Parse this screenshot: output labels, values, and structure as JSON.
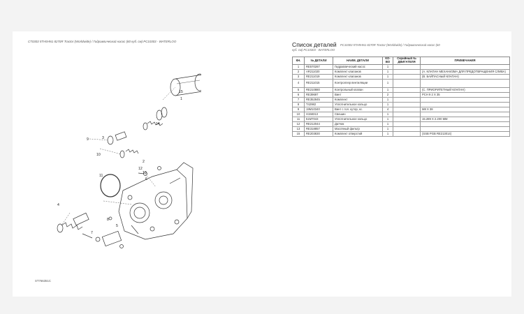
{
  "diagram": {
    "header": "CT0303 5TH5HN1 8270R Tractor (Worldwide) / Гидравлический насос (60 куб. см) PC10303 - WATERLOO",
    "code": "ST766351C",
    "callouts": [
      "1",
      "2",
      "3",
      "4",
      "5",
      "6",
      "7",
      "8",
      "9",
      "10",
      "11",
      "12",
      "13",
      "14",
      "15"
    ]
  },
  "parts_list": {
    "title": "Список деталей",
    "subtitle_a": "PC10303 5TH5HN1 8270R Tractor (Worldwide) / Гидравлический насос (60",
    "subtitle_b": "куб. см) PC10303 - WATERLOO",
    "headers": {
      "pos": "КН.",
      "part_no": "№ ДЕТАЛИ",
      "name": "НАИМ. ДЕТАЛИ",
      "qty": "КО-ВО",
      "motor": "Серийный № ДВИГАТЕЛЯ",
      "note": "ПРИМЕЧАНИЯ"
    },
    "rows": [
      {
        "pos": "1",
        "part_no": "RE570287",
        "name": "Гидравлический насос",
        "qty": "1",
        "motor": "",
        "note": ""
      },
      {
        "pos": "2",
        "part_no": "AR211020",
        "name": "Комплект клапанов",
        "qty": "1",
        "motor": "",
        "note": "(А. КЛАПАН МЕХАНИЗМА ДЛЯ ПРЕДОТВРАЩЕНИЯ СЛИВА)"
      },
      {
        "pos": "3",
        "part_no": "RE211019",
        "name": "Комплект клапанов",
        "qty": "1",
        "motor": "",
        "note": "(В. БАЙПАСНЫЙ КЛАПАН)"
      },
      {
        "pos": "4",
        "part_no": "RE211015",
        "name": "Контроллер вентиляции",
        "qty": "1",
        "motor": "",
        "note": ""
      },
      {
        "pos": "5",
        "part_no": "RE210880",
        "name": "Контрольный клапан",
        "qty": "1",
        "motor": "",
        "note": "(С. ПРИОРИТЕТНЫЙ КЛАПАН)"
      },
      {
        "pos": "6",
        "part_no": "RE39697",
        "name": "Винт",
        "qty": "2",
        "motor": "",
        "note": "PCH 9 2 X 35"
      },
      {
        "pos": "7",
        "part_no": "RE352845",
        "name": "Комплект",
        "qty": "1",
        "motor": "",
        "note": ""
      },
      {
        "pos": "8",
        "part_no": "T42982",
        "name": "Уплотнительное кольцо",
        "qty": "1",
        "motor": "",
        "note": ""
      },
      {
        "pos": "9",
        "part_no": "19M10340",
        "name": "Винт с гол. кутор, кс.",
        "qty": "4",
        "motor": "",
        "note": "M8 X 38"
      },
      {
        "pos": "10",
        "part_no": "H158313",
        "name": "Свешин",
        "qty": "1",
        "motor": "",
        "note": ""
      },
      {
        "pos": "11",
        "part_no": "51M7043",
        "name": "Уплотнительное кольцо",
        "qty": "1",
        "motor": "",
        "note": "15.289 X 2.200 MM"
      },
      {
        "pos": "12",
        "part_no": "RE212044",
        "name": "Датчик",
        "qty": "1",
        "motor": "",
        "note": ""
      },
      {
        "pos": "13",
        "part_no": "RE318857",
        "name": "Масляный фильтр",
        "qty": "1",
        "motor": "",
        "note": ""
      },
      {
        "pos": "15",
        "part_no": "RE203830",
        "name": "Комплект отверстий",
        "qty": "1",
        "motor": "",
        "note": "(SSB PGB RE213014)"
      }
    ]
  }
}
